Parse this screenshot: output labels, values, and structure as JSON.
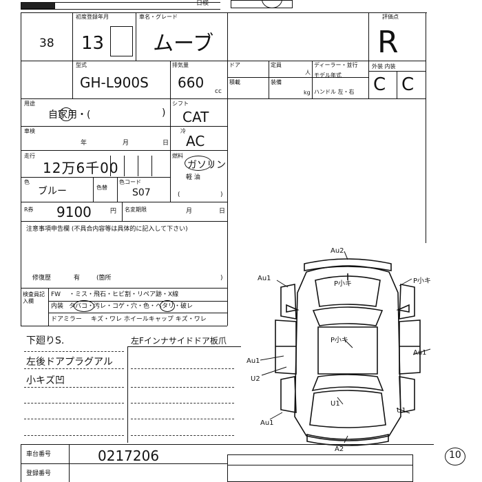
{
  "header": {
    "top_fragment": "日検"
  },
  "lot": {
    "number": "38",
    "year_label": "初度登録年月",
    "year_value": "13",
    "car_name_label": "車名・グレード",
    "car_name": "ムーブ",
    "score_label": "評価点",
    "score": "R",
    "ext_int_label": "外装 内装",
    "ext_grade": "C",
    "int_grade": "C"
  },
  "spec": {
    "model_label": "型式",
    "model": "GH-L900S",
    "displacement_label": "排気量",
    "displacement": "660",
    "cc_unit": "cc",
    "door_label": "ドア",
    "capacity_label": "定員",
    "person_unit": "人",
    "dealer_label": "ディーラー・並行",
    "model_year_label": "モデル年式",
    "handle_label": "ハンドル 左・右",
    "load_label": "積載",
    "class_label": "装備",
    "kg_unit": "kg"
  },
  "usage": {
    "label": "用途",
    "value": "自家用・(",
    "close": ")",
    "shift_label": "シフト",
    "shift_value": "CAT",
    "inspection_label": "車検",
    "year_unit": "年",
    "month_unit": "月",
    "day_unit": "日",
    "ac_label": "冷",
    "ac_value": "AC",
    "mileage_label": "走行",
    "mileage_value": "12万6千00",
    "fuel_label": "燃料",
    "fuel_value": "ガソリン",
    "light_oil": "軽 油",
    "color_label": "色",
    "color_value": "ブルー",
    "color_change_label": "色替",
    "color_code_label": "色コード",
    "color_code_value": "S07",
    "paren_open": "(",
    "paren_close": ")",
    "recycle_label": "R券",
    "recycle_value": "9100",
    "yen_unit": "円",
    "transfer_label": "名変期限",
    "transfer_month": "月",
    "transfer_day": "日"
  },
  "notes": {
    "caution_label": "注意事項申告欄 (不具合内容等は具体的に記入して下さい)",
    "repair_label": "修復歴",
    "repair_has": "有",
    "repair_paren": "(箇所",
    "repair_close": ")"
  },
  "checks": {
    "label": "検査員記入欄",
    "row1_key": "FW",
    "row1_items": "・ミス・飛石・ヒビ割・リペア跡・X線",
    "row2_key": "内装",
    "row2_items": "タバコ・汚レ・コゲ・穴・色・ヘタリ・破レ",
    "row3_key": "ドアミラー",
    "row3_items": "キズ・ワレ ホイールキャップ キズ・ワレ"
  },
  "remarks": {
    "line1": "下廻りS.",
    "line2": "左Fインナサイドドア板爪",
    "line3": "左後ドアプラグアル",
    "line4": "小キズ凹"
  },
  "diagram": {
    "top": "Au2",
    "hood": "P小キ",
    "left_front": "Au1",
    "right_front": "P小キ",
    "roof": "P小キ",
    "right_side": "Au1",
    "left_side1": "Au1",
    "left_side2": "U2",
    "rear_window": "U1",
    "left_rear": "Au1",
    "right_rear": "U1",
    "bottom": "A2"
  },
  "footer": {
    "chassis_label": "車台番号",
    "chassis_value": "0217206",
    "reg_label": "登録番号",
    "page_mark": "10"
  }
}
